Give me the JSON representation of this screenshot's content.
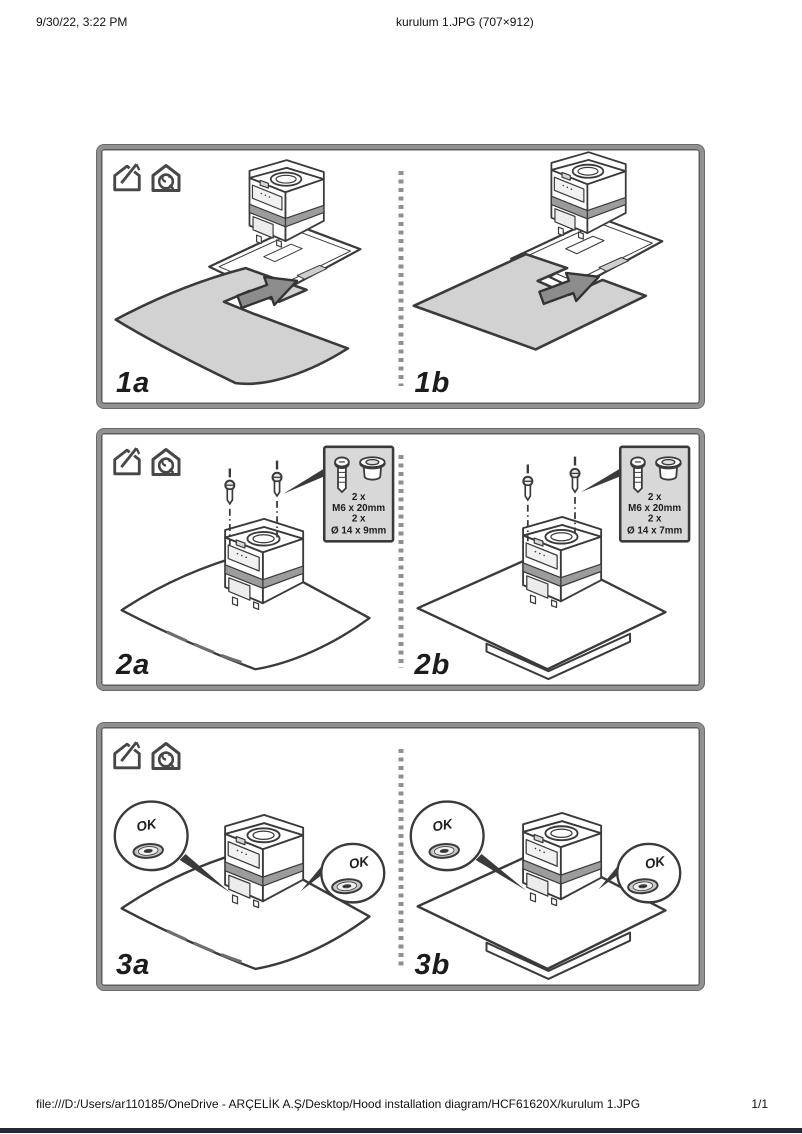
{
  "header": {
    "timestamp": "9/30/22, 3:22 PM",
    "title": "kurulum 1.JPG (707×912)"
  },
  "footer": {
    "file_url": "file:///D:/Users/ar110185/OneDrive - ARÇELİK A.Ş/Desktop/Hood installation diagram/HCF61620X/kurulum 1.JPG",
    "page_indicator": "1/1"
  },
  "diagram": {
    "mode_icons": [
      {
        "name": "ducted-extraction-house-icon"
      },
      {
        "name": "recirculation-house-icon"
      }
    ],
    "panels": [
      {
        "steps": {
          "left": "1a",
          "right": "1b"
        }
      },
      {
        "steps": {
          "left": "2a",
          "right": "2b"
        },
        "callouts": {
          "left": {
            "qty1": "2 x",
            "size1": "M6 x 20mm",
            "qty2": "2 x",
            "size2": "Ø 14 x 9mm"
          },
          "right": {
            "qty1": "2 x",
            "size1": "M6 x 20mm",
            "qty2": "2 x",
            "size2": "Ø 14 x 7mm"
          }
        }
      },
      {
        "steps": {
          "left": "3a",
          "right": "3b"
        },
        "ok_label": "OK"
      }
    ]
  },
  "colors": {
    "glass_fill": "#d2d2d2",
    "line": "#3a3a3a",
    "panel_border": "#919191",
    "callout_bg": "#d8d8d8",
    "bottom_bar": "#242a33"
  }
}
